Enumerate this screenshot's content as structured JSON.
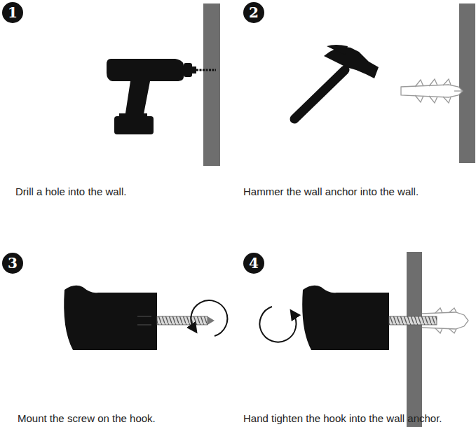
{
  "diagram": {
    "nodes": [
      {
        "text": [
          "1"
        ]
      },
      {
        "text": [
          "2"
        ]
      },
      {
        "text": [
          "3"
        ]
      },
      {
        "text": [
          "4"
        ]
      }
    ],
    "labels": [
      "Drill a hole into the wall.",
      "Hammer the wall anchor into the wall.",
      "Mount the screw on the hook.",
      "Hand tighten the hook into the wall anchor."
    ]
  }
}
